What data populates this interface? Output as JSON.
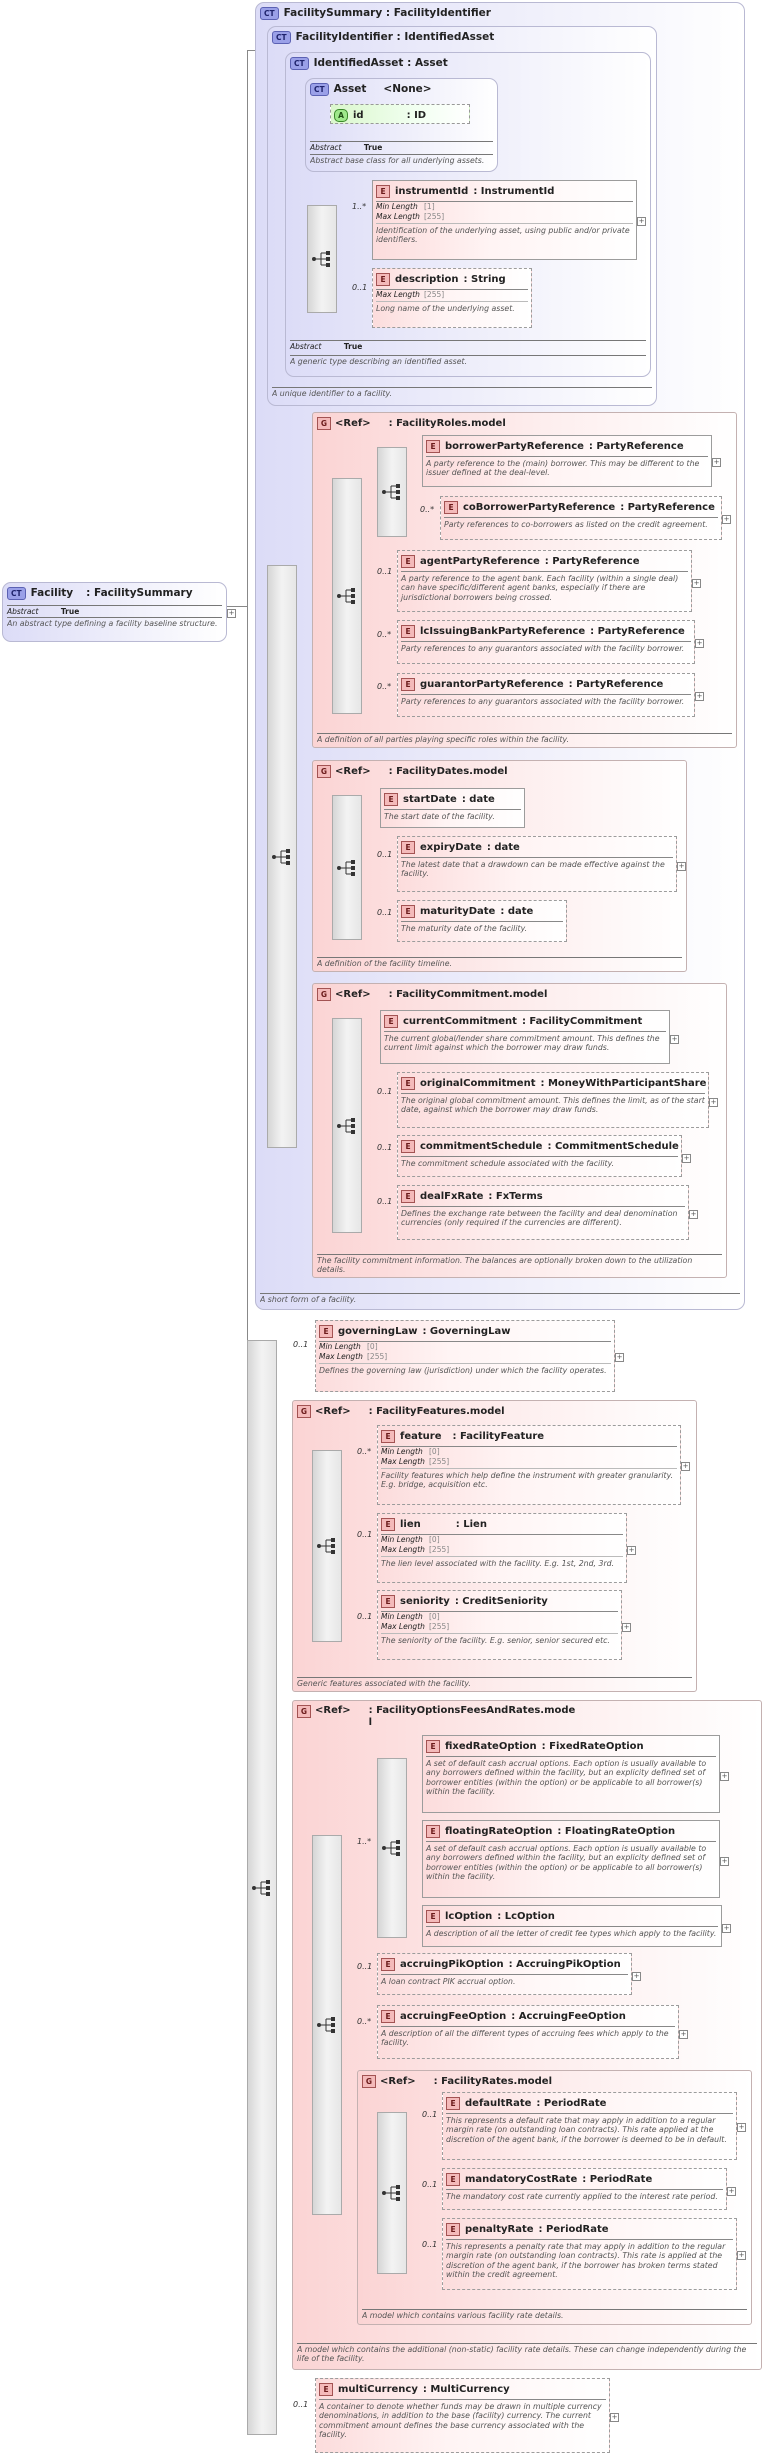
{
  "facility": {
    "badge": "CT",
    "name": "Facility",
    "type": ": FacilitySummary",
    "abstract_label": "Abstract",
    "abstract_value": "True",
    "doc": "An abstract type defining a facility baseline structure."
  },
  "facility_summary": {
    "badge": "CT",
    "title": "FacilitySummary : FacilityIdentifier",
    "doc": "A short form of a facility."
  },
  "facility_identifier": {
    "badge": "CT",
    "title": "FacilityIdentifier : IdentifiedAsset",
    "doc": "A unique identifier to a facility."
  },
  "identified_asset": {
    "badge": "CT",
    "title": "IdentifiedAsset : Asset",
    "abstract_label": "Abstract",
    "abstract_value": "True",
    "doc": "A generic type describing an identified asset."
  },
  "asset": {
    "badge": "CT",
    "name": "Asset",
    "type": "<None>",
    "attr_badge": "A",
    "attr_name": "id",
    "attr_type": ": ID",
    "abstract_label": "Abstract",
    "abstract_value": "True",
    "doc": "Abstract base class for all underlying assets."
  },
  "labels": {
    "e": "E",
    "g": "G",
    "ref": "<Ref>",
    "min_length": "Min Length",
    "max_length": "Max Length",
    "plus": "+"
  },
  "instrument_id": {
    "card": "1..*",
    "name": "instrumentId",
    "type": ": InstrumentId",
    "min": "[1]",
    "max": "[255]",
    "doc": "Identification of the underlying asset, using public and/or private identifiers."
  },
  "description": {
    "card": "0..1",
    "name": "description",
    "type": ": String",
    "max": "[255]",
    "doc": "Long name of the underlying asset."
  },
  "facility_roles": {
    "title": ": FacilityRoles.model",
    "doc": "A definition of all parties playing specific roles within the facility.",
    "borrower": {
      "name": "borrowerPartyReference",
      "type": ": PartyReference",
      "doc": "A party reference to the (main) borrower. This may be different to the issuer defined at the deal-level."
    },
    "co_borrower": {
      "card": "0..*",
      "name": "coBorrowerPartyReference",
      "type": ": PartyReference",
      "doc": "Party references to co-borrowers as listed on the credit agreement."
    },
    "agent": {
      "card": "0..1",
      "name": "agentPartyReference",
      "type": ": PartyReference",
      "doc": "A party reference to the agent bank. Each facility (within a single deal) can have specific/different agent banks, especially if there are jurisdictional borrowers being crossed."
    },
    "lc_issuing": {
      "card": "0..*",
      "name": "lcIssuingBankPartyReference",
      "type": ": PartyReference",
      "doc": "Party references to any guarantors associated with the facility borrower."
    },
    "guarantor": {
      "card": "0..*",
      "name": "guarantorPartyReference",
      "type": ": PartyReference",
      "doc": "Party references to any guarantors associated with the facility borrower."
    }
  },
  "facility_dates": {
    "title": ": FacilityDates.model",
    "doc": "A definition of the facility timeline.",
    "start": {
      "name": "startDate",
      "type": ": date",
      "doc": "The start date of the facility."
    },
    "expiry": {
      "card": "0..1",
      "name": "expiryDate",
      "type": ": date",
      "doc": "The latest date that a drawdown can be made effective against the facility."
    },
    "maturity": {
      "card": "0..1",
      "name": "maturityDate",
      "type": ": date",
      "doc": "The maturity date of the facility."
    }
  },
  "facility_commitment": {
    "title": ": FacilityCommitment.model",
    "doc": "The facility commitment information. The balances are optionally broken down to the utilization details.",
    "current": {
      "name": "currentCommitment",
      "type": ": FacilityCommitment",
      "doc": "The current global/lender share commitment amount. This defines the current limit against which the borrower may draw funds."
    },
    "original": {
      "card": "0..1",
      "name": "originalCommitment",
      "type": ": MoneyWithParticipantShare",
      "doc": "The original global commitment amount. This defines the limit, as of the start date, against which the borrower may draw funds."
    },
    "schedule": {
      "card": "0..1",
      "name": "commitmentSchedule",
      "type": ": CommitmentSchedule",
      "doc": "The commitment schedule associated with the facility."
    },
    "fx": {
      "card": "0..1",
      "name": "dealFxRate",
      "type": ": FxTerms",
      "doc": "Defines the exchange rate between the facility and deal denomination currencies (only required if the currencies are different)."
    }
  },
  "governing_law": {
    "card": "0..1",
    "name": "governingLaw",
    "type": ": GoverningLaw",
    "min": "[0]",
    "max": "[255]",
    "doc": "Defines the governing law (jurisdiction) under which the facility operates."
  },
  "facility_features": {
    "title": ": FacilityFeatures.model",
    "doc": "Generic features associated with the facility.",
    "feature": {
      "card": "0..*",
      "name": "feature",
      "type": ": FacilityFeature",
      "min": "[0]",
      "max": "[255]",
      "doc": "Facility features which help define the instrument with greater granularity. E.g. bridge, acquisition etc."
    },
    "lien": {
      "card": "0..1",
      "name": "lien",
      "type": ": Lien",
      "min": "[0]",
      "max": "[255]",
      "doc": "The lien level associated with the facility. E.g. 1st, 2nd, 3rd."
    },
    "seniority": {
      "card": "0..1",
      "name": "seniority",
      "type": ": CreditSeniority",
      "min": "[0]",
      "max": "[255]",
      "doc": "The seniority of the facility. E.g. senior, senior secured etc."
    }
  },
  "facility_options": {
    "title_line1": ": FacilityOptionsFeesAndRates.mode",
    "title_line2": "l",
    "doc": "A model which contains the additional (non-static) facility rate details. These can change independently during the life of the facility.",
    "choice_card": "1..*",
    "fixed": {
      "name": "fixedRateOption",
      "type": ": FixedRateOption",
      "doc": "A set of default cash accrual options. Each option is usually available to any borrowers defined within the facility, but an explicity defined set of borrower entities (within the option) or be applicable to all borrower(s) within the facility."
    },
    "floating": {
      "name": "floatingRateOption",
      "type": ": FloatingRateOption",
      "doc": "A set of default cash accrual options. Each option is usually available to any borrowers defined within the facility, but an explicity defined set of borrower entities (within the option) or be applicable to all borrower(s) within the facility."
    },
    "lc": {
      "name": "lcOption",
      "type": ": LcOption",
      "doc": "A description of all the letter of credit fee types which apply to the facility."
    },
    "pik": {
      "card": "0..1",
      "name": "accruingPikOption",
      "type": ": AccruingPikOption",
      "doc": "A loan contract PIK accrual option."
    },
    "fee": {
      "card": "0..*",
      "name": "accruingFeeOption",
      "type": ": AccruingFeeOption",
      "doc": "A description of all the different types of accruing fees which apply to the facility."
    }
  },
  "facility_rates": {
    "title": ": FacilityRates.model",
    "doc": "A model which contains various facility rate details.",
    "default": {
      "card": "0..1",
      "name": "defaultRate",
      "type": ": PeriodRate",
      "doc": "This represents a default rate that may apply in addition to a regular margin rate (on outstanding loan contracts). This rate applied at the discretion of the agent bank, if the borrower is deemed to be in default."
    },
    "mandatory": {
      "card": "0..1",
      "name": "mandatoryCostRate",
      "type": ": PeriodRate",
      "doc": "The mandatory cost rate currently applied to the interest rate period."
    },
    "penalty": {
      "card": "0..1",
      "name": "penaltyRate",
      "type": ": PeriodRate",
      "doc": "This represents a penalty rate that may apply in addition to the regular margin rate (on outstanding loan contracts). This rate is applied at the discretion of the agent bank, if the borrower has broken terms stated within the credit agreement."
    }
  },
  "multi_currency": {
    "card": "0..1",
    "name": "multiCurrency",
    "type": ": MultiCurrency",
    "doc": "A container to denote whether funds may be drawn in multiple currency denominations, in addition to the base (facility) currency. The current commitment amount defines the base currency associated with the facility."
  }
}
